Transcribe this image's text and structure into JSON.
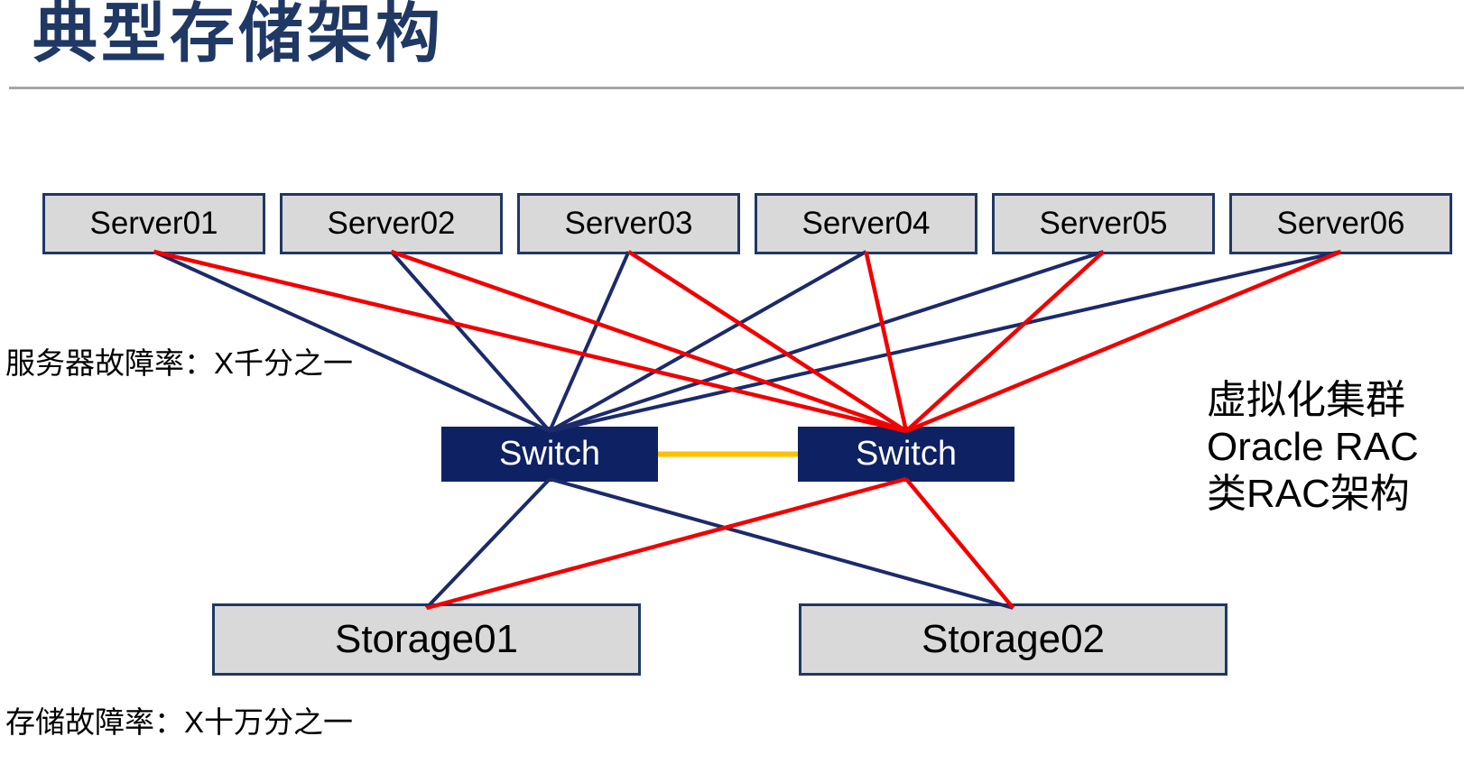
{
  "slide": {
    "title": "典型存储架构"
  },
  "annotations": {
    "server_failure_rate": "服务器故障率：X千分之一",
    "storage_failure_rate": "存储故障率：X十万分之一",
    "cluster_note_lines": [
      "虚拟化集群",
      "Oracle RAC",
      "类RAC架构"
    ]
  },
  "nodes": {
    "servers": [
      {
        "id": "server1",
        "label": "Server01"
      },
      {
        "id": "server2",
        "label": "Server02"
      },
      {
        "id": "server3",
        "label": "Server03"
      },
      {
        "id": "server4",
        "label": "Server04"
      },
      {
        "id": "server5",
        "label": "Server05"
      },
      {
        "id": "server6",
        "label": "Server06"
      }
    ],
    "switches": [
      {
        "id": "switch1",
        "label": "Switch"
      },
      {
        "id": "switch2",
        "label": "Switch"
      }
    ],
    "storages": [
      {
        "id": "storage1",
        "label": "Storage01"
      },
      {
        "id": "storage2",
        "label": "Storage02"
      }
    ]
  },
  "colors": {
    "title_navy": "#1f3864",
    "node_border_navy": "#1f3864",
    "node_fill_gray": "#d9d9d9",
    "switch_fill_navy": "#0e2163",
    "switch_text_white": "#ffffff",
    "link_navy": "#1b2a6b",
    "link_red": "#f20000",
    "link_yellow": "#ffc000",
    "divider_gray": "#a6a6a6"
  },
  "connections": [
    {
      "from": "server1",
      "to": "switch1",
      "color": "navy"
    },
    {
      "from": "server2",
      "to": "switch1",
      "color": "navy"
    },
    {
      "from": "server3",
      "to": "switch1",
      "color": "navy"
    },
    {
      "from": "server4",
      "to": "switch1",
      "color": "navy"
    },
    {
      "from": "server5",
      "to": "switch1",
      "color": "navy"
    },
    {
      "from": "server6",
      "to": "switch1",
      "color": "navy"
    },
    {
      "from": "switch1",
      "to": "storage1",
      "color": "navy"
    },
    {
      "from": "switch1",
      "to": "storage2",
      "color": "navy"
    },
    {
      "from": "server1",
      "to": "switch2",
      "color": "red"
    },
    {
      "from": "server2",
      "to": "switch2",
      "color": "red"
    },
    {
      "from": "server3",
      "to": "switch2",
      "color": "red"
    },
    {
      "from": "server4",
      "to": "switch2",
      "color": "red"
    },
    {
      "from": "server5",
      "to": "switch2",
      "color": "red"
    },
    {
      "from": "server6",
      "to": "switch2",
      "color": "red"
    },
    {
      "from": "switch2",
      "to": "storage1",
      "color": "red"
    },
    {
      "from": "switch2",
      "to": "storage2",
      "color": "red"
    },
    {
      "from": "switch1",
      "to": "switch2",
      "color": "yellow"
    }
  ]
}
